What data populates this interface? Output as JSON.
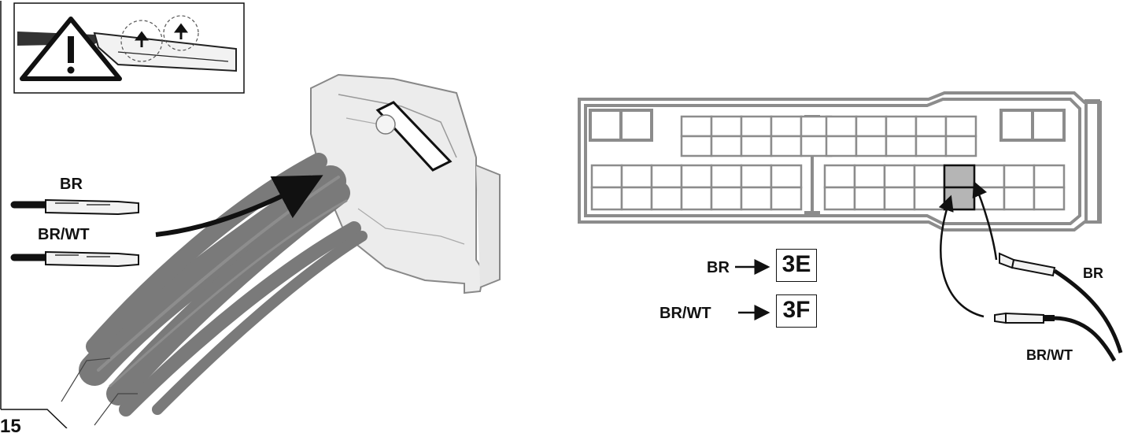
{
  "step": {
    "number": "15"
  },
  "warning": {
    "icon": "warning-triangle-icon"
  },
  "wires": {
    "left": [
      {
        "label": "BR"
      },
      {
        "label": "BR/WT"
      }
    ],
    "right": [
      {
        "label": "BR"
      },
      {
        "label": "BR/WT"
      }
    ]
  },
  "pin_map": [
    {
      "wire": "BR",
      "arrow": "→",
      "pin": "3E"
    },
    {
      "wire": "BR/WT",
      "arrow": "→",
      "pin": "3F"
    }
  ],
  "colors": {
    "ink": "#111111",
    "harness": "#7a7a7a",
    "connector_outline": "#8c8c8c",
    "highlight": "#b5b5b5"
  }
}
